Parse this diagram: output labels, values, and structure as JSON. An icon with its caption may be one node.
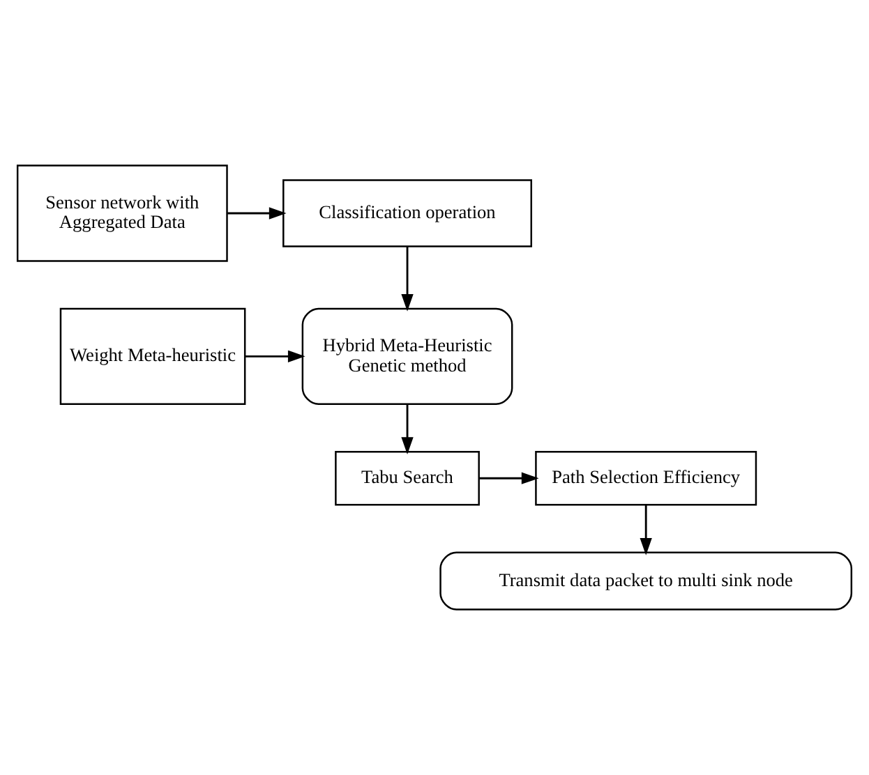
{
  "diagram": {
    "nodes": [
      {
        "text": [
          "Sensor network with Aggregated Data"
        ]
      },
      {
        "text": [
          "Classification operation"
        ]
      },
      {
        "text": [
          "Hybrid Meta-Heuristic Genetic method"
        ]
      },
      {
        "text": [
          "Weight Meta-heuristic"
        ]
      },
      {
        "text": [
          "Tabu Search"
        ]
      },
      {
        "text": [
          "Path Selection Efficiency"
        ]
      },
      {
        "text": [
          "Transmit data packet to multi sink node"
        ]
      }
    ],
    "edges": [
      {
        "from": 0,
        "to": 1,
        "arrow": "to"
      },
      {
        "from": 1,
        "to": 2,
        "arrow": "to"
      },
      {
        "from": 3,
        "to": 2,
        "arrow": "to"
      },
      {
        "from": 2,
        "to": 4,
        "arrow": "to"
      },
      {
        "from": 4,
        "to": 5,
        "arrow": "to"
      },
      {
        "from": 5,
        "to": 6,
        "arrow": "to"
      }
    ]
  }
}
